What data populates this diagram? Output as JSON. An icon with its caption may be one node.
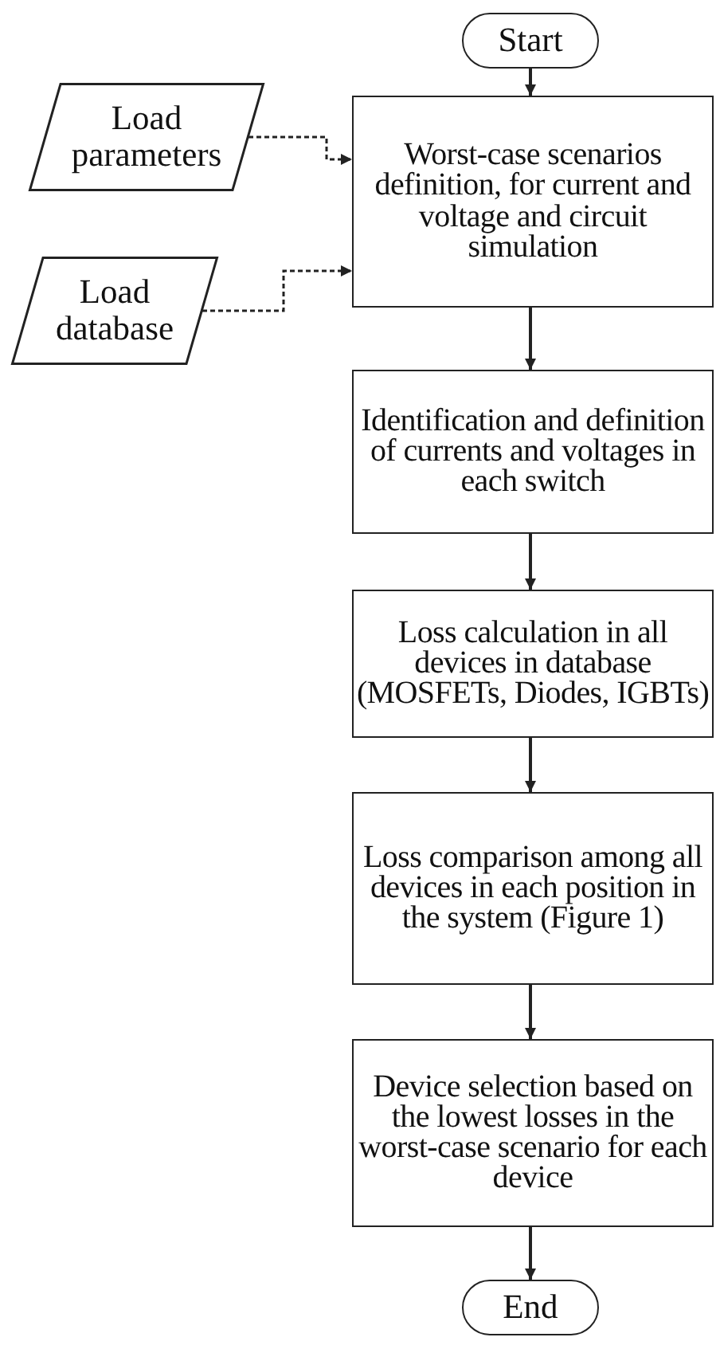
{
  "diagram": {
    "nodes": [
      {
        "text": [
          "Start"
        ]
      },
      {
        "text": [
          "Load parameters"
        ]
      },
      {
        "text": [
          "Worst-case scenarios definition, for current and voltage and circuit simulation"
        ]
      },
      {
        "text": [
          "Load database"
        ]
      },
      {
        "text": [
          "Identification and definition of currents and voltages in each switch"
        ]
      },
      {
        "text": [
          "Loss calculation in all devices in database (MOSFETs, Diodes, IGBTs)"
        ]
      },
      {
        "text": [
          "Loss comparison among all devices in each position in the system (Figure 1)"
        ]
      },
      {
        "text": [
          "Device selection based on the lowest losses in the worst-case scenario for each device"
        ]
      },
      {
        "text": [
          "End"
        ]
      }
    ],
    "edges": [
      {
        "from": 0,
        "to": 2,
        "arrow": "to"
      },
      {
        "from": 1,
        "to": 2,
        "arrow": "to",
        "style": "dashed"
      },
      {
        "from": 3,
        "to": 2,
        "arrow": "to",
        "style": "dashed"
      },
      {
        "from": 2,
        "to": 4,
        "arrow": "to"
      },
      {
        "from": 4,
        "to": 5,
        "arrow": "to"
      },
      {
        "from": 5,
        "to": 6,
        "arrow": "to"
      },
      {
        "from": 6,
        "to": 7,
        "arrow": "to"
      },
      {
        "from": 7,
        "to": 8,
        "arrow": "to"
      }
    ]
  }
}
